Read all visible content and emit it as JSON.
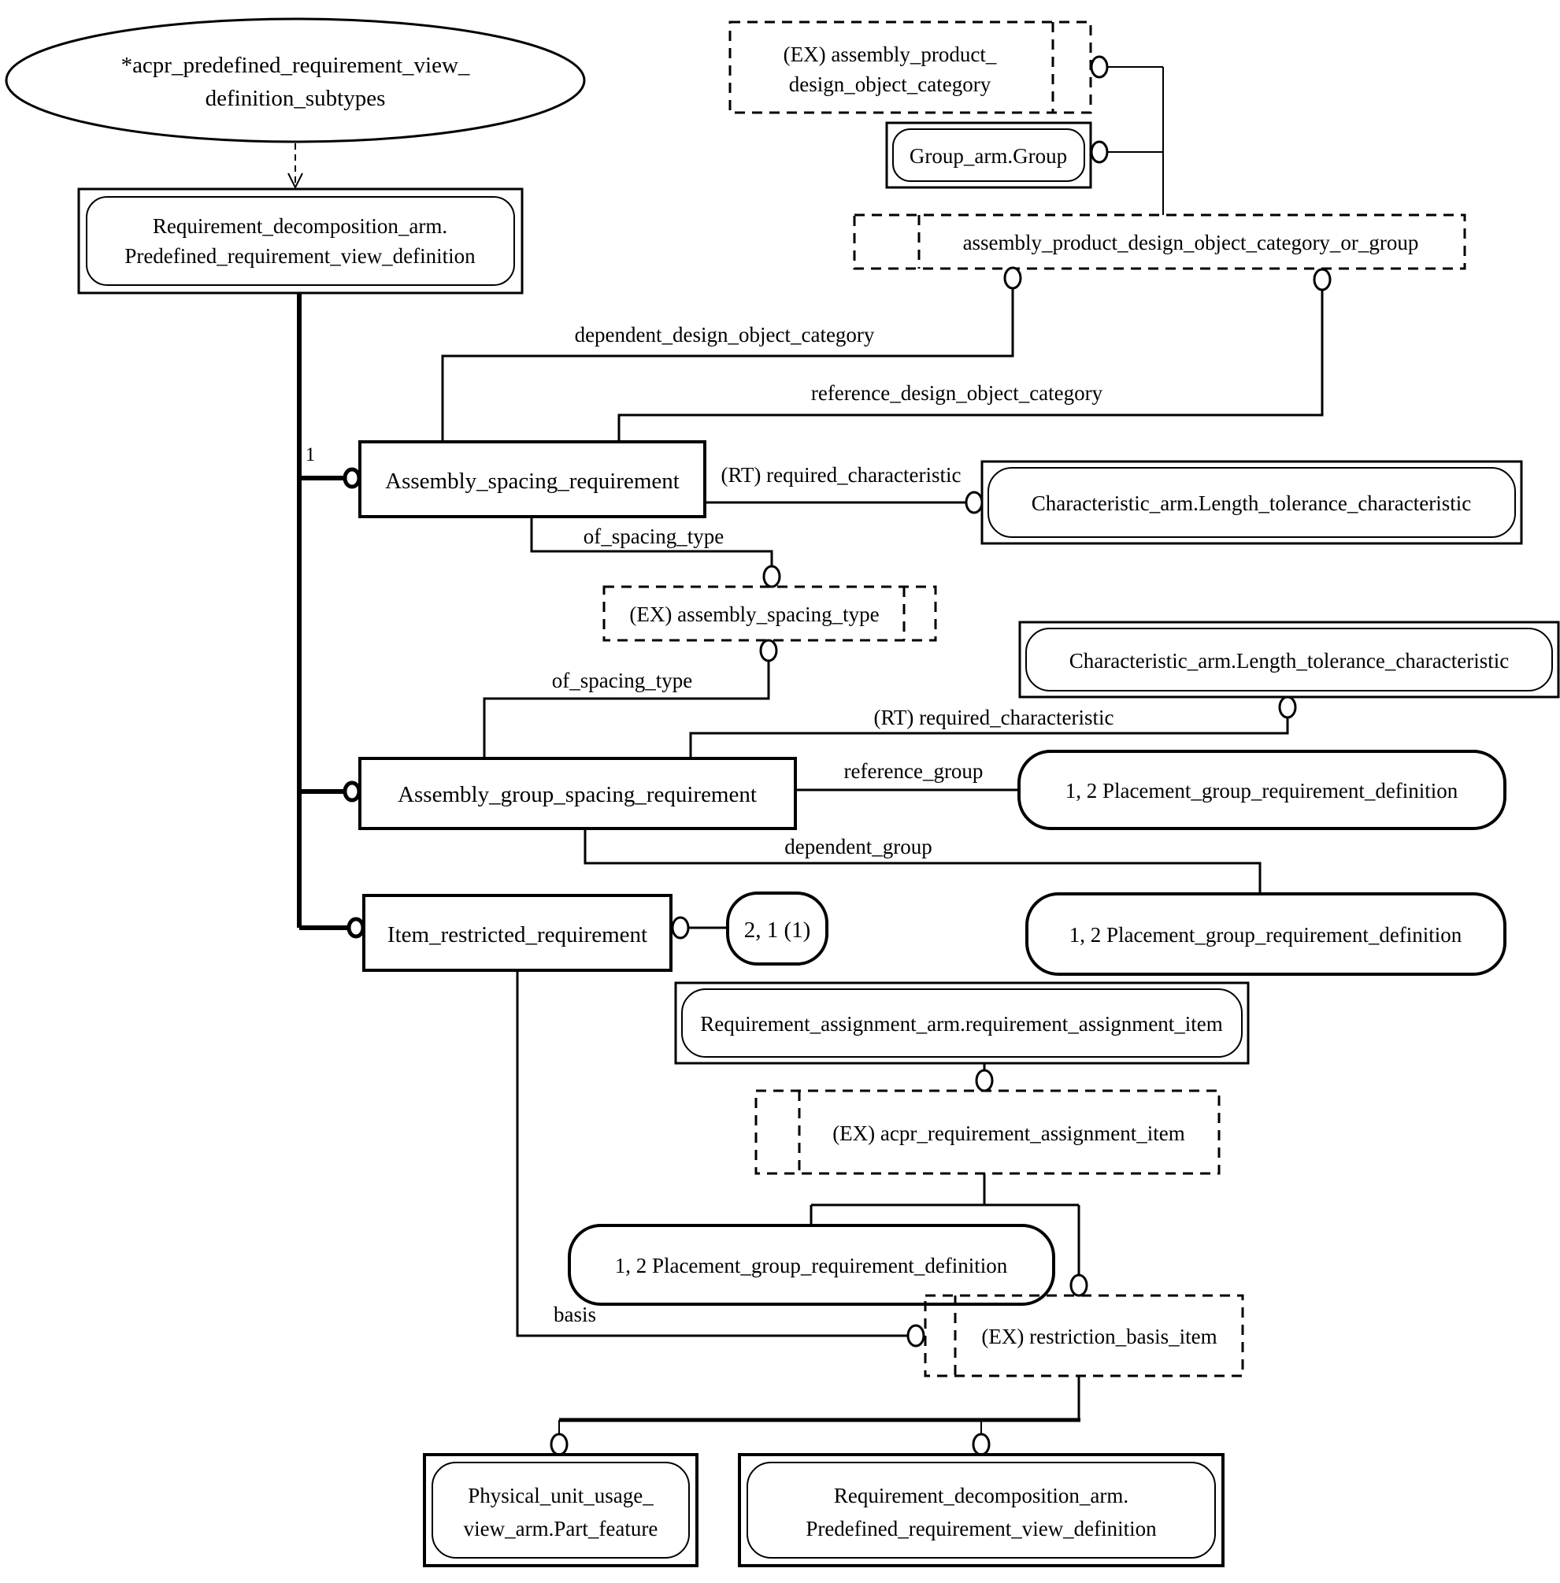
{
  "colors": {
    "ink": "#000000",
    "background": "#ffffff"
  },
  "nodes": {
    "subtypes_ellipse": {
      "line1": "*acpr_predefined_requirement_view_",
      "line2": "definition_subtypes"
    },
    "predefined_view_top": {
      "line1": "Requirement_decomposition_arm.",
      "line2": "Predefined_requirement_view_definition"
    },
    "assembly_product_category": {
      "line1": "(EX) assembly_product_",
      "line2": "design_object_category"
    },
    "group_arm_group": {
      "label": "Group_arm.Group"
    },
    "category_or_group": {
      "label": "assembly_product_design_object_category_or_group"
    },
    "assembly_spacing_requirement": {
      "label": "Assembly_spacing_requirement"
    },
    "length_tolerance_1": {
      "label": "Characteristic_arm.Length_tolerance_characteristic"
    },
    "assembly_spacing_type": {
      "label": "(EX) assembly_spacing_type"
    },
    "length_tolerance_2": {
      "label": "Characteristic_arm.Length_tolerance_characteristic"
    },
    "assembly_group_spacing_requirement": {
      "label": "Assembly_group_spacing_requirement"
    },
    "placement_group_def_a": {
      "label": "1, 2 Placement_group_requirement_definition"
    },
    "placement_group_def_b": {
      "label": "1, 2 Placement_group_requirement_definition"
    },
    "item_restricted_requirement": {
      "label": "Item_restricted_requirement"
    },
    "page_ref": {
      "label": "2, 1 (1)"
    },
    "requirement_assignment_item": {
      "label": "Requirement_assignment_arm.requirement_assignment_item"
    },
    "acpr_requirement_assignment_item": {
      "label": "(EX) acpr_requirement_assignment_item"
    },
    "placement_group_def_c": {
      "label": "1, 2 Placement_group_requirement_definition"
    },
    "restriction_basis_item": {
      "label": "(EX) restriction_basis_item"
    },
    "part_feature": {
      "line1": "Physical_unit_usage_",
      "line2": "view_arm.Part_feature"
    },
    "predefined_view_bottom": {
      "line1": "Requirement_decomposition_arm.",
      "line2": "Predefined_requirement_view_definition"
    }
  },
  "edge_labels": {
    "dependent_design_object_category": "dependent_design_object_category",
    "reference_design_object_category": "reference_design_object_category",
    "rt_required_characteristic_1": "(RT) required_characteristic",
    "of_spacing_type_1": "of_spacing_type",
    "of_spacing_type_2": "of_spacing_type",
    "rt_required_characteristic_2": "(RT) required_characteristic",
    "reference_group": "reference_group",
    "dependent_group": "dependent_group",
    "basis": "basis",
    "cardinality_1": "1"
  }
}
